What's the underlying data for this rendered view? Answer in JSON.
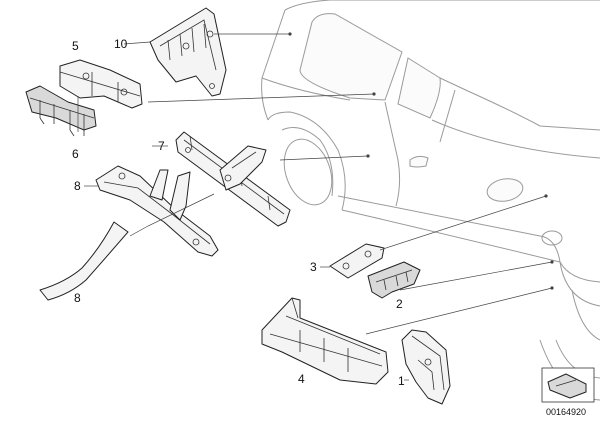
{
  "callouts": {
    "c1": "1",
    "c2": "2",
    "c3": "3",
    "c4": "4",
    "c5": "5",
    "c6": "6",
    "c7": "7",
    "c8a": "8",
    "c8b": "8",
    "c10": "10"
  },
  "catalog_number": "00164920",
  "colors": {
    "line": "#222222",
    "car_outline": "#9a9a9a",
    "part_fill": "#f4f4f4"
  }
}
